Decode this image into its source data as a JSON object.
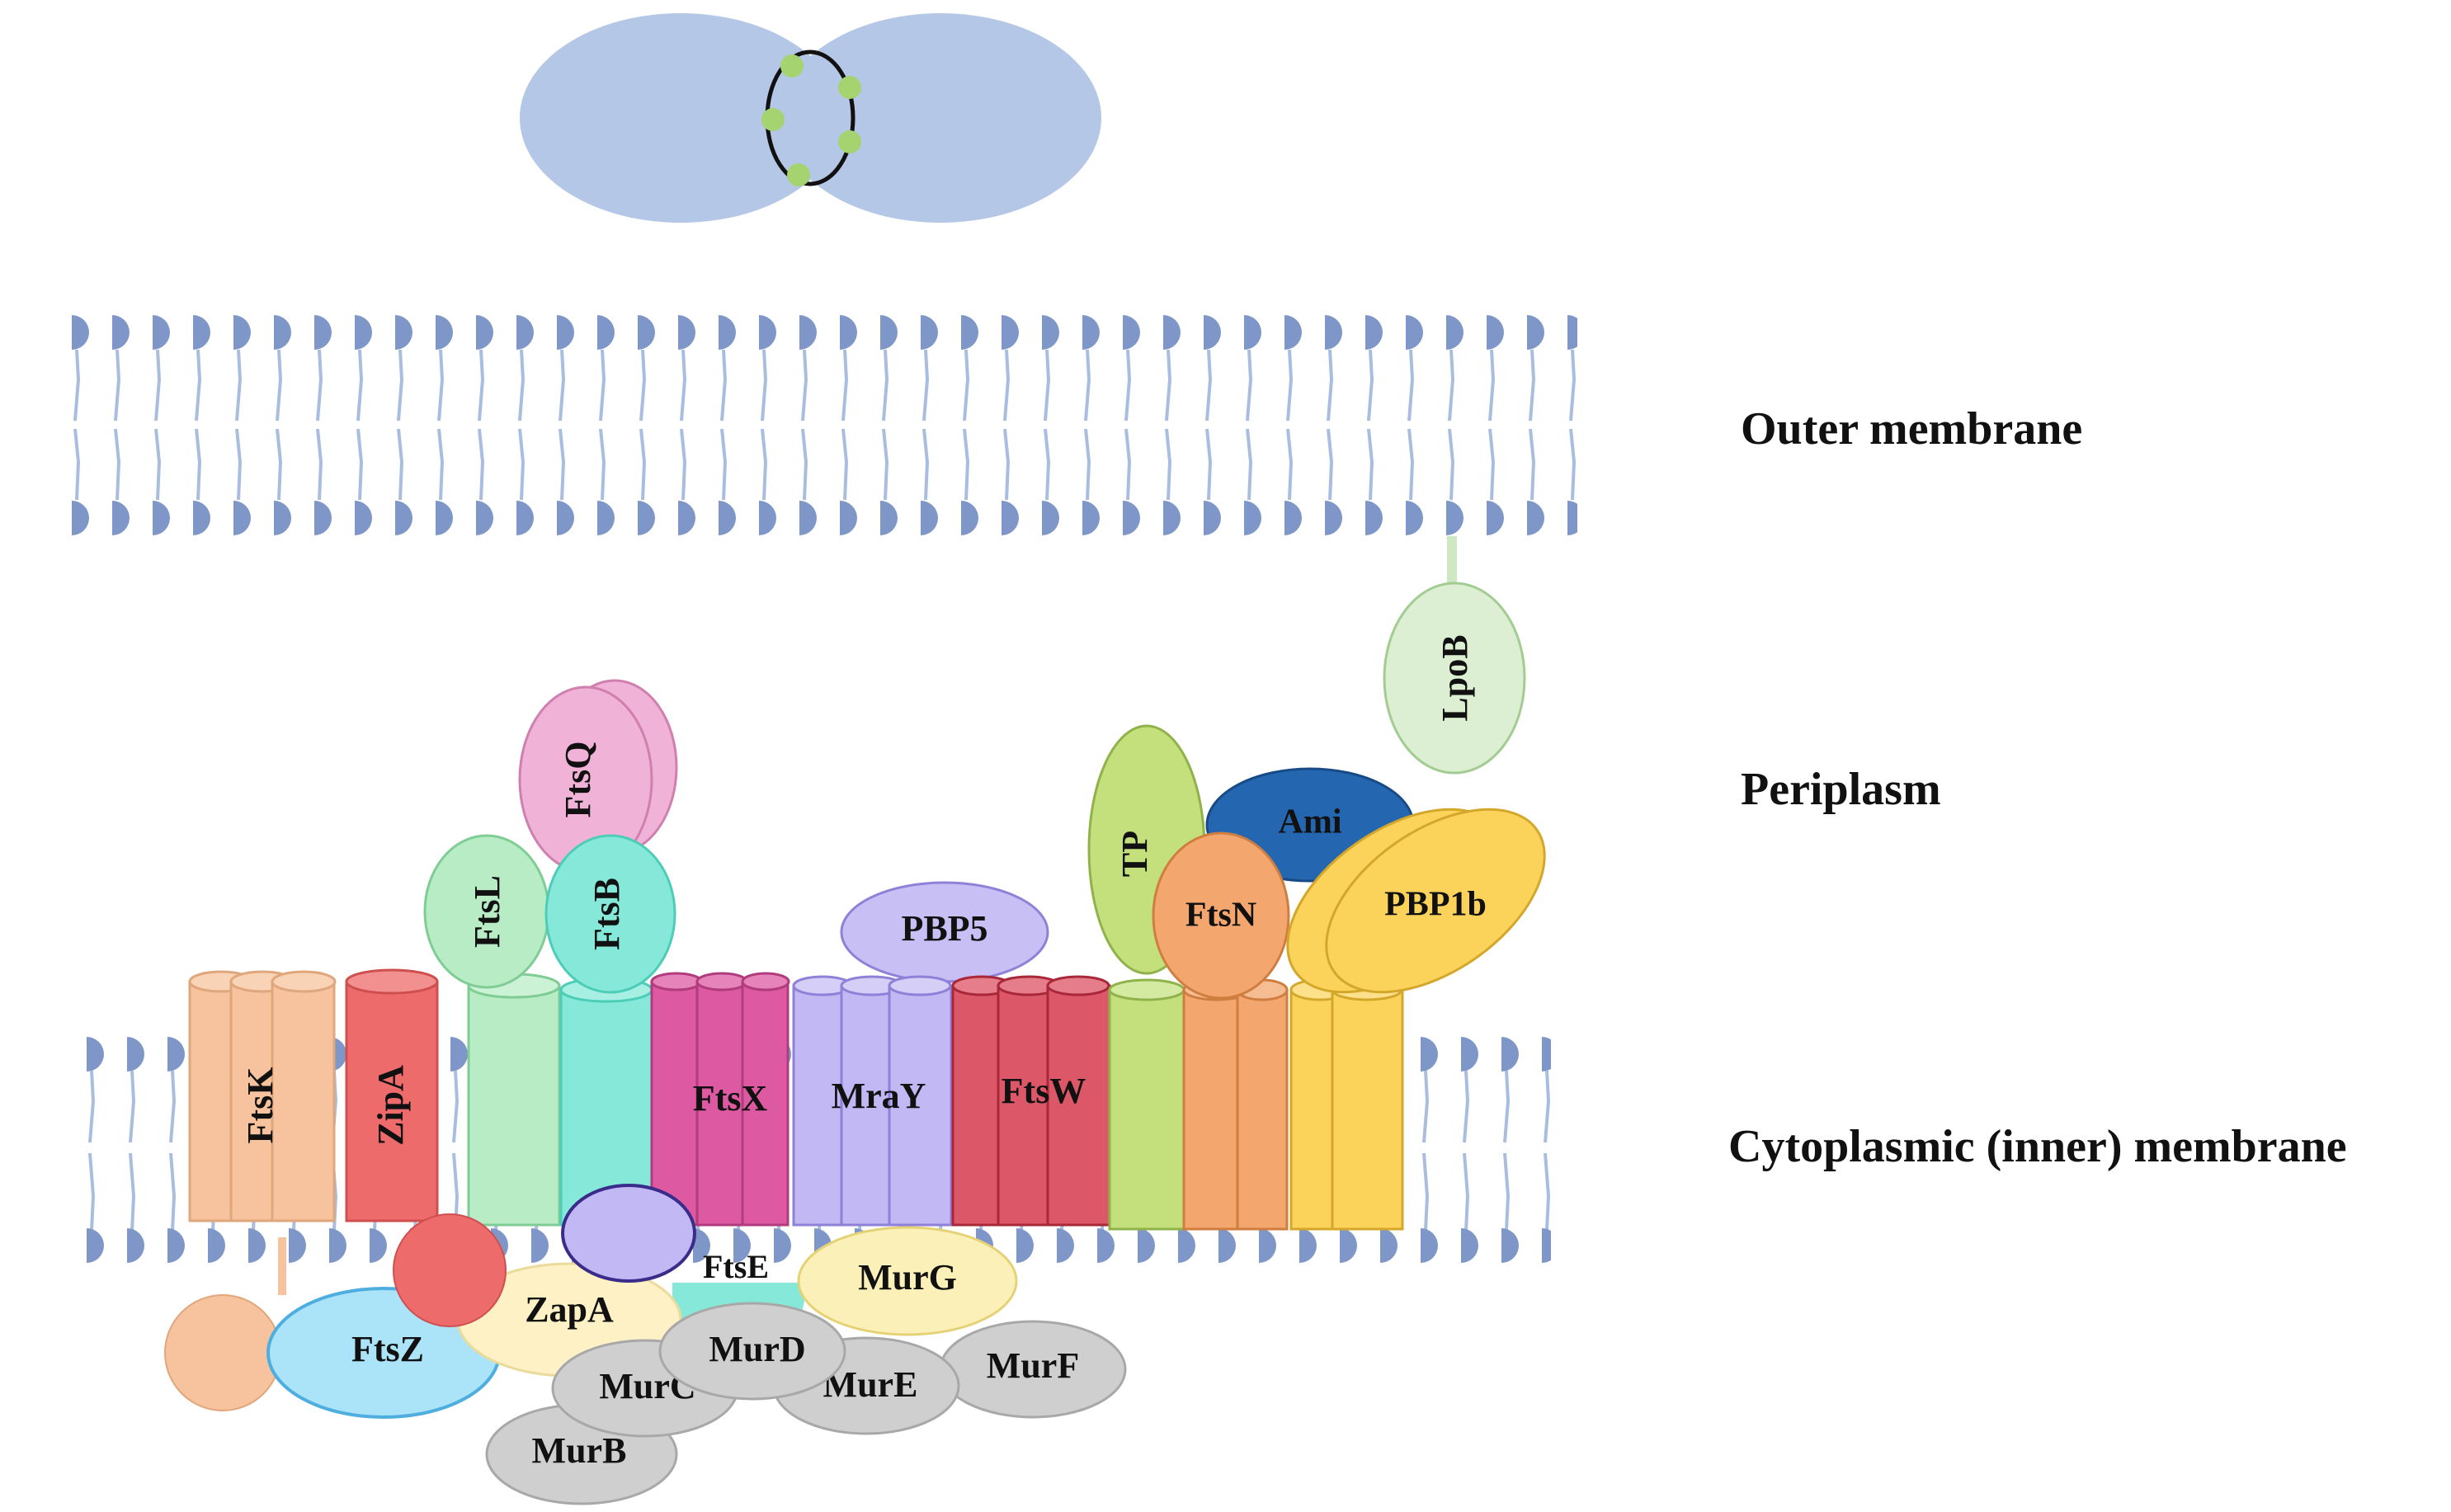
{
  "regions": {
    "outer": "Outer membrane",
    "periplasm": "Periplasm",
    "inner": "Cytoplasmic (inner) membrane"
  },
  "proteins": {
    "ftsk": "FtsK",
    "zipa": "ZipA",
    "ftsl": "FtsL",
    "ftsb": "FtsB",
    "ftsq": "FtsQ",
    "ftsx": "FtsX",
    "pbp5": "PBP5",
    "mray": "MraY",
    "ftsw": "FtsW",
    "tp": "TP",
    "ami": "Ami",
    "ftsn": "FtsN",
    "pbp1b": "PBP1b",
    "lpob": "LpoB",
    "ftse": "FtsE",
    "murg": "MurG",
    "zapa": "ZapA",
    "ftsz": "FtsZ",
    "murd": "MurD",
    "murc": "MurC",
    "mure": "MurE",
    "murf": "MurF",
    "murb": "MurB"
  },
  "colors": {
    "lipid_head": "#7f97c8",
    "lipid_tail": "#a9bde0",
    "cell": "#b5c7e6",
    "septum_ring": "#a5d36f",
    "ftsk": "#f6c39e",
    "zipa": "#ee6b6b",
    "ftsl": "#b8ecc5",
    "ftsb": "#86e8d8",
    "ftsq": "#f0b2d6",
    "ftsx": "#dd5aa2",
    "pbp5": "#c8bff4",
    "mray": "#c2b8f4",
    "ftsw": "#dc5767",
    "tp": "#c3e07c",
    "ami": "#2566b0",
    "ftsn": "#f3a66e",
    "pbp1b": "#fbd35b",
    "lpob": "#dcefd2",
    "murg": "#fbf1b8",
    "zapa": "#fdf1c5",
    "ftsz": "#abe3f8",
    "mur_grey": "#cfcfcf"
  }
}
